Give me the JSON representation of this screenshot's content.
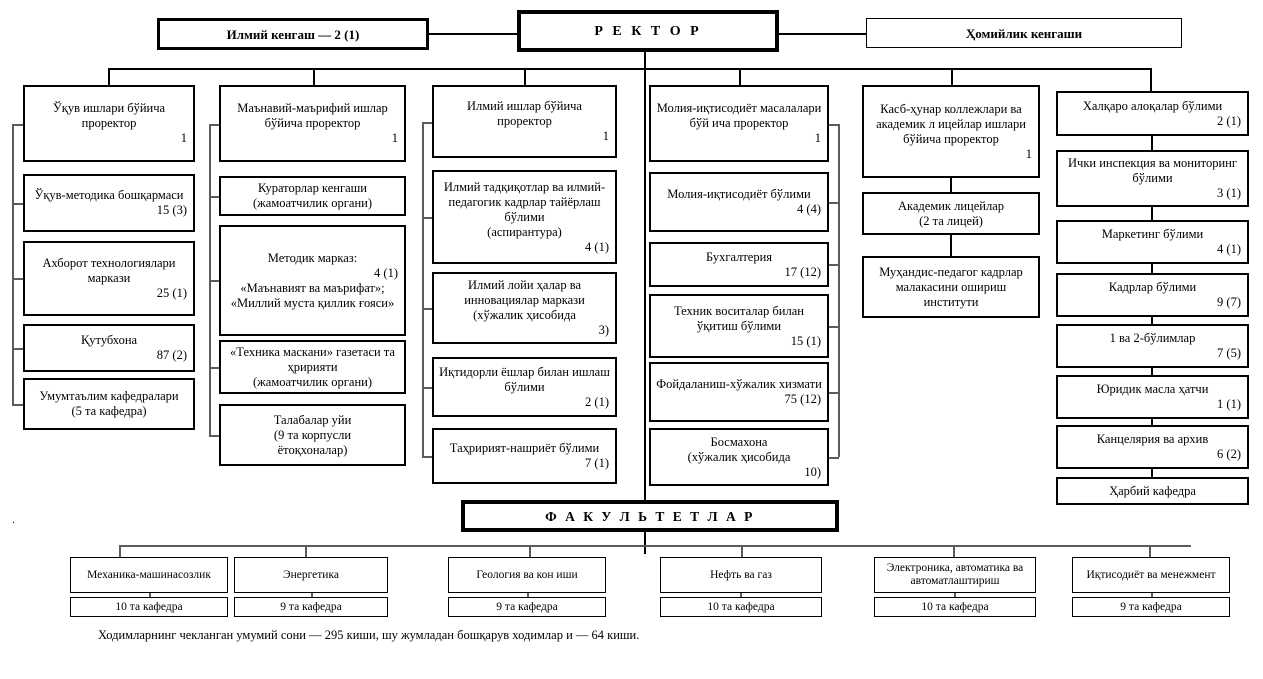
{
  "title": "Universitet boshqaruv tuzilmasi",
  "top": {
    "scientific_council": "Илмий кенгаш — 2 (1)",
    "rector": "Р Е К Т О Р",
    "trustee_council": "Ҳомийлик кенгаши"
  },
  "columns": [
    {
      "id": "academic",
      "head": {
        "title": "Ўқув ишлари бўйича проректор",
        "num": "1"
      },
      "items": [
        {
          "title": "Ўқув-методика бошқармаси",
          "num": "15 (3)"
        },
        {
          "title": "Ахборот технологиялари маркази",
          "num": "25 (1)"
        },
        {
          "title": "Қутубхона",
          "num": "87 (2)"
        },
        {
          "title": "Умумтаълим кафедралари\n(5 та кафедра)",
          "num": ""
        }
      ]
    },
    {
      "id": "spiritual",
      "head": {
        "title": "Маънавий-маърифий ишлар бўйича проректор",
        "num": "1"
      },
      "items": [
        {
          "title": "Кураторлар кенгаши\n(жамоатчилик органи)",
          "num": ""
        },
        {
          "title": "Методик марказ:",
          "num": "4 (1)",
          "extra": "«Маънавият ва маърифат»;\n«Миллий муста қиллик ғояси»"
        },
        {
          "title": "«Техника маскани» газетаси та ҳририяти\n(жамоатчилик органи)",
          "num": ""
        },
        {
          "title": "Талабалар уйи\n(9 та корпусли\nётоқхоналар)",
          "num": ""
        }
      ]
    },
    {
      "id": "science",
      "head": {
        "title": "Илмий ишлар бўйича проректор",
        "num": "1"
      },
      "items": [
        {
          "title": "Илмий тадқиқотлар ва илмий-педагогик кадрлар тайёрлаш бўлими\n(аспирантура)",
          "num": "4 (1)"
        },
        {
          "title": "Илмий лойи ҳалар ва инновациялар маркази\n(хўжалик ҳисобида",
          "num": "3)"
        },
        {
          "title": "Иқтидорли ёшлар билан ишлаш бўлими",
          "num": "2 (1)"
        },
        {
          "title": "Таҳририят-нашриёт бўлими",
          "num": "7 (1)"
        }
      ]
    },
    {
      "id": "finance",
      "head": {
        "title": "Молия-иқтисодиёт масалалари бўй ича проректор",
        "num": "1"
      },
      "items": [
        {
          "title": "Молия-иқтисодиёт бўлими",
          "num": "4 (4)"
        },
        {
          "title": "Бухгалтерия",
          "num": "17 (12)"
        },
        {
          "title": "Техник воситалар билан ўқитиш бўлими",
          "num": "15 (1)"
        },
        {
          "title": "Фойдаланиш-хўжалик хизмати",
          "num": "75 (12)"
        },
        {
          "title": "Босмахона\n(хўжалик ҳисобида",
          "num": "10)"
        }
      ]
    },
    {
      "id": "colleges",
      "head": {
        "title": "Касб-ҳунар коллежлари ва академик л ицейлар ишлари бўйича проректор",
        "num": "1"
      },
      "items": [
        {
          "title": "Академик лицейлар\n(2 та лицей)",
          "num": ""
        },
        {
          "title": "Муҳандис-педагог кадрлар малакасини ошириш институти",
          "num": ""
        }
      ]
    }
  ],
  "right_column": [
    {
      "title": "Халқаро алоқалар бўлими",
      "num": "2 (1)"
    },
    {
      "title": "Ички инспекция ва мониторинг бўлими",
      "num": "3 (1)"
    },
    {
      "title": "Маркетинг бўлими",
      "num": "4 (1)"
    },
    {
      "title": "Кадрлар бўлими",
      "num": "9 (7)"
    },
    {
      "title": "1 ва 2-бўлимлар",
      "num": "7 (5)"
    },
    {
      "title": "Юридик масла ҳатчи",
      "num": "1 (1)"
    },
    {
      "title": "Канцелярия ва архив",
      "num": "6 (2)"
    },
    {
      "title": "Ҳарбий кафедра",
      "num": ""
    }
  ],
  "faculties_header": "Ф А К У Л Ь Т Е Т Л А Р",
  "faculties": [
    {
      "name": "Механика-машинасозлик",
      "departments": "10 та кафедра"
    },
    {
      "name": "Энергетика",
      "departments": "9 та кафедра"
    },
    {
      "name": "Геология ва кон иши",
      "departments": "9 та кафедра"
    },
    {
      "name": "Нефть ва газ",
      "departments": "10 та кафедра"
    },
    {
      "name": "Электроника, автоматика ва автоматлаштириш",
      "departments": "10 та кафедра"
    },
    {
      "name": "Иқтисодиёт ва менежмент",
      "departments": "9 та кафедра"
    }
  ],
  "footnote": "Ходимларнинг чекланган умумий сони  — 295 киши, шу жумладан бошқарув ходимлар  и — 64 киши.",
  "marker": "."
}
